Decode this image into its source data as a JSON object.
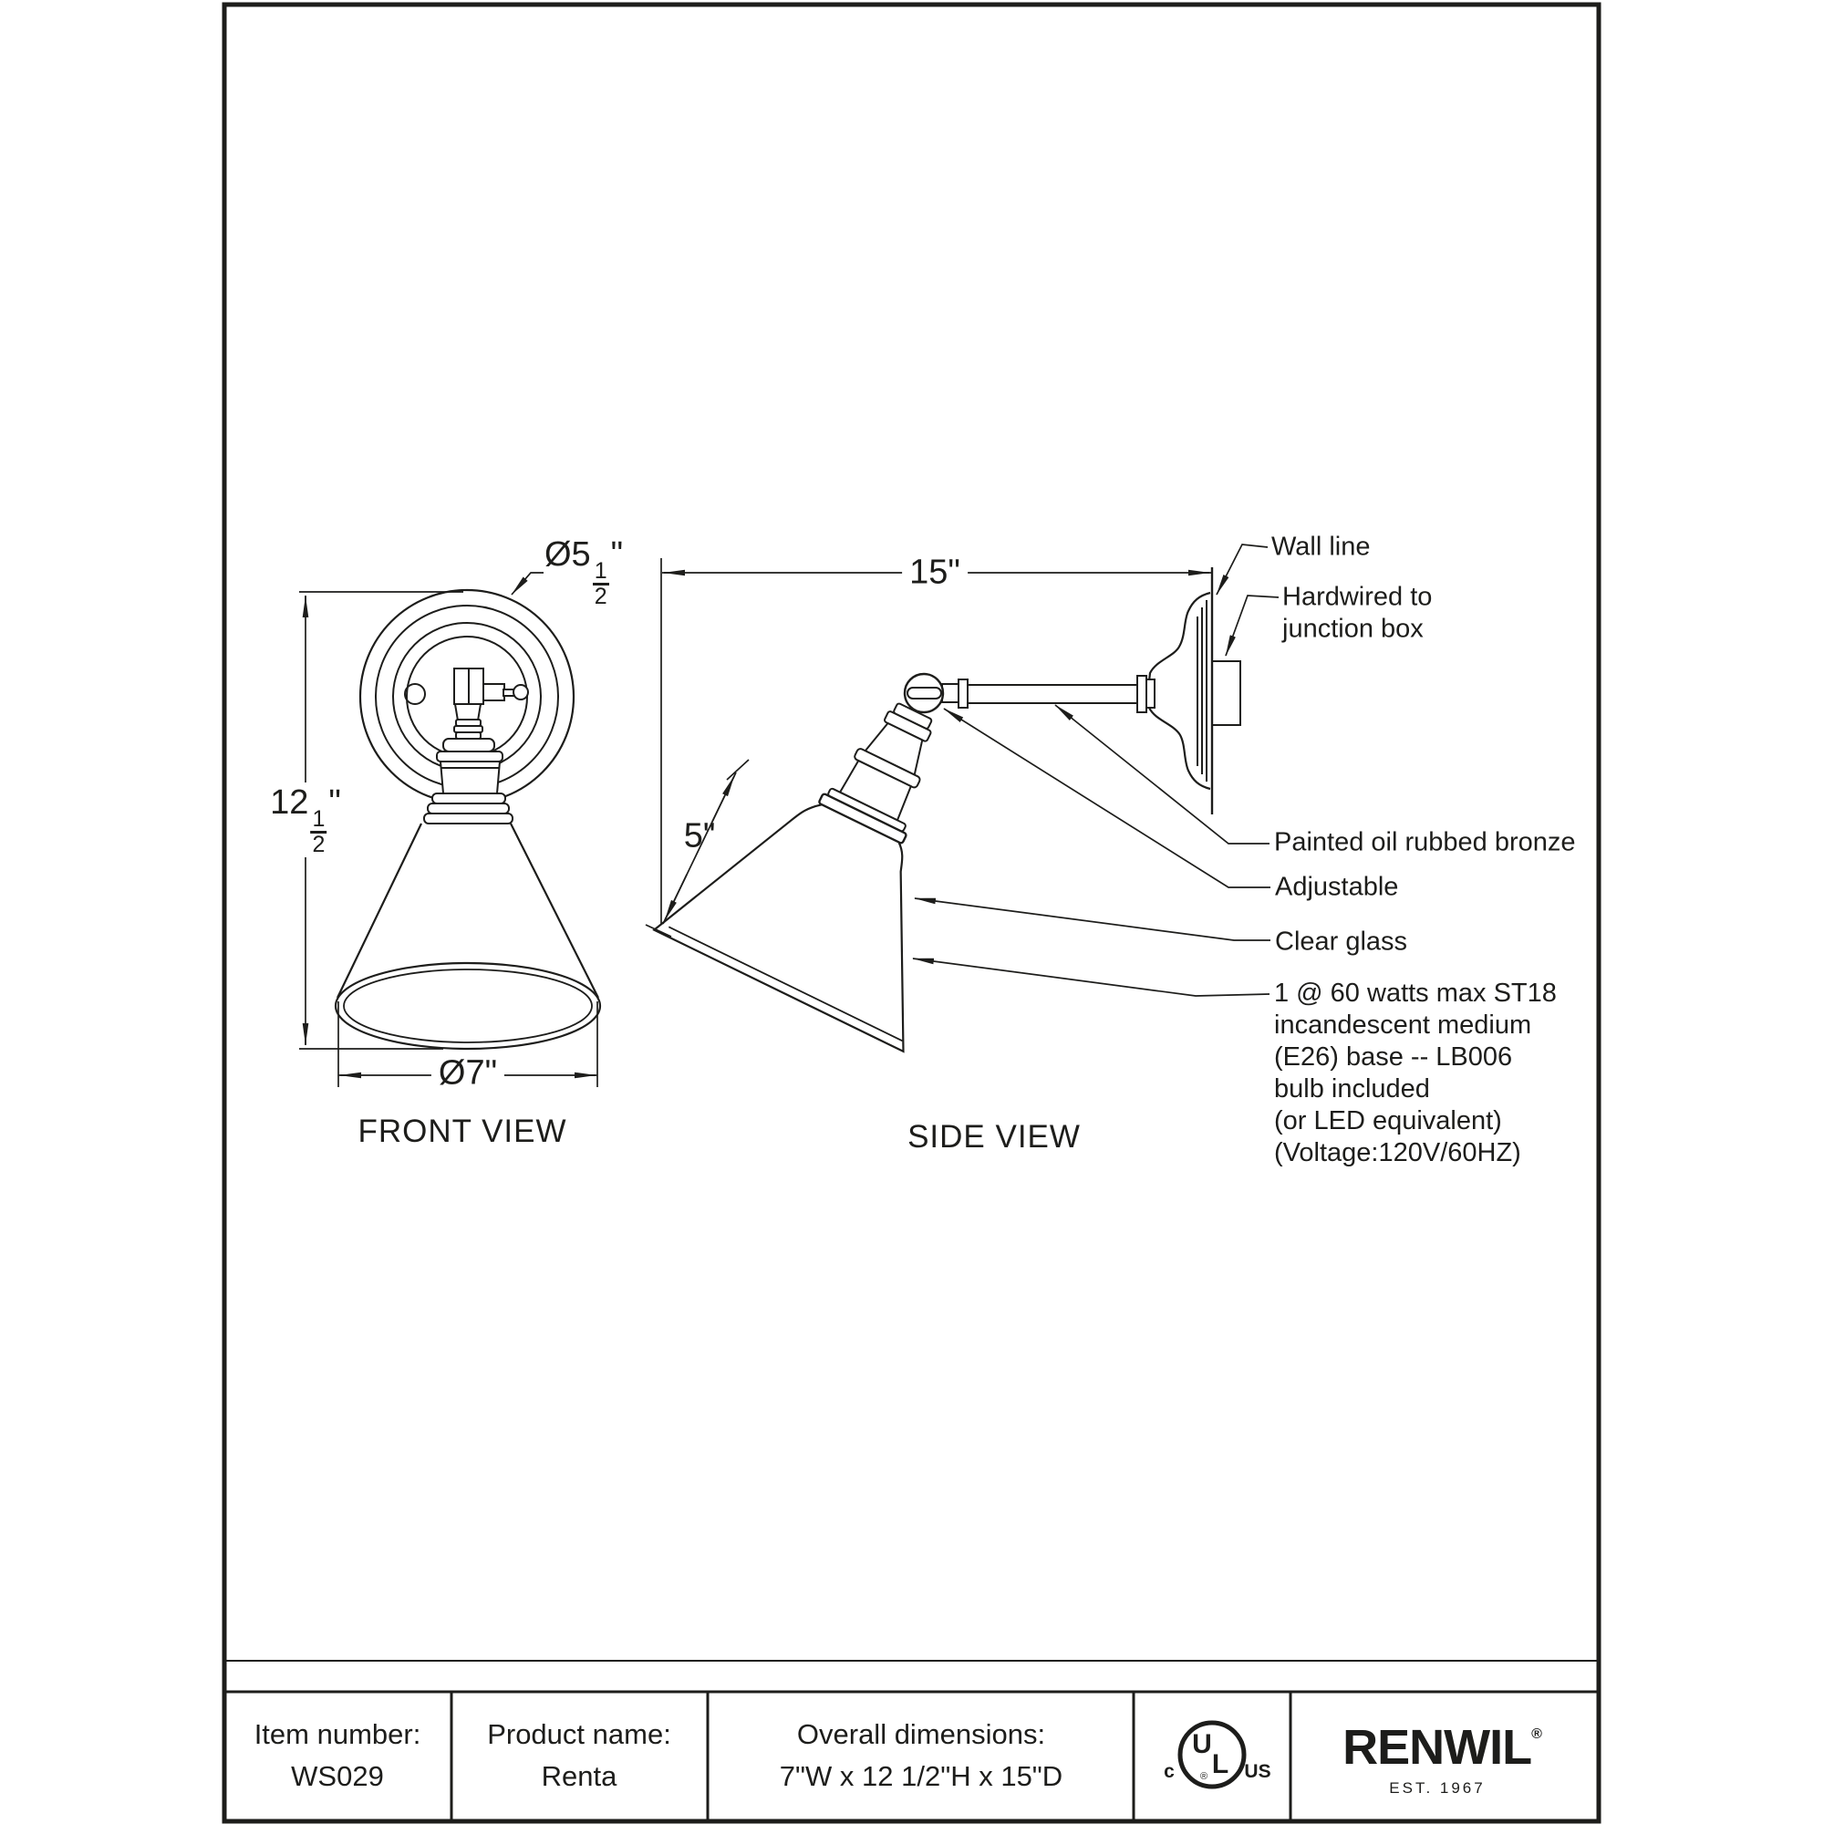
{
  "drawing": {
    "front": {
      "caption": "FRONT VIEW",
      "dia_backplate": {
        "prefix": "Ø5",
        "num": "1",
        "den": "2",
        "unit": "\""
      },
      "height": {
        "whole": "12",
        "num": "1",
        "den": "2",
        "unit": "\""
      },
      "dia_shade": "Ø7\""
    },
    "side": {
      "caption": "SIDE VIEW",
      "depth": "15\"",
      "shade_depth": "5\"",
      "ann_wall": "Wall line",
      "ann_hardwired": [
        "Hardwired to",
        "junction box"
      ],
      "ann_finish": "Painted oil rubbed bronze",
      "ann_adjustable": "Adjustable",
      "ann_glass": "Clear glass",
      "ann_bulb": [
        "1 @ 60 watts max ST18",
        "incandescent medium",
        "(E26) base -- LB006",
        "bulb included",
        "(or LED equivalent)",
        "(Voltage:120V/60HZ)"
      ]
    }
  },
  "title_block": {
    "item_label": "Item number:",
    "item_value": "WS029",
    "product_label": "Product name:",
    "product_value": "Renta",
    "dims_label": "Overall dimensions:",
    "dims_value": "7\"W x 12 1/2\"H x 15\"D",
    "cert": {
      "left": "c",
      "u": "U",
      "l": "L",
      "right": "US",
      "reg": "®"
    },
    "brand": {
      "name": "RENWIL",
      "reg": "®",
      "tagline": "EST. 1967"
    }
  },
  "colors": {
    "ink": "#1d1d1b",
    "paper": "#ffffff"
  }
}
